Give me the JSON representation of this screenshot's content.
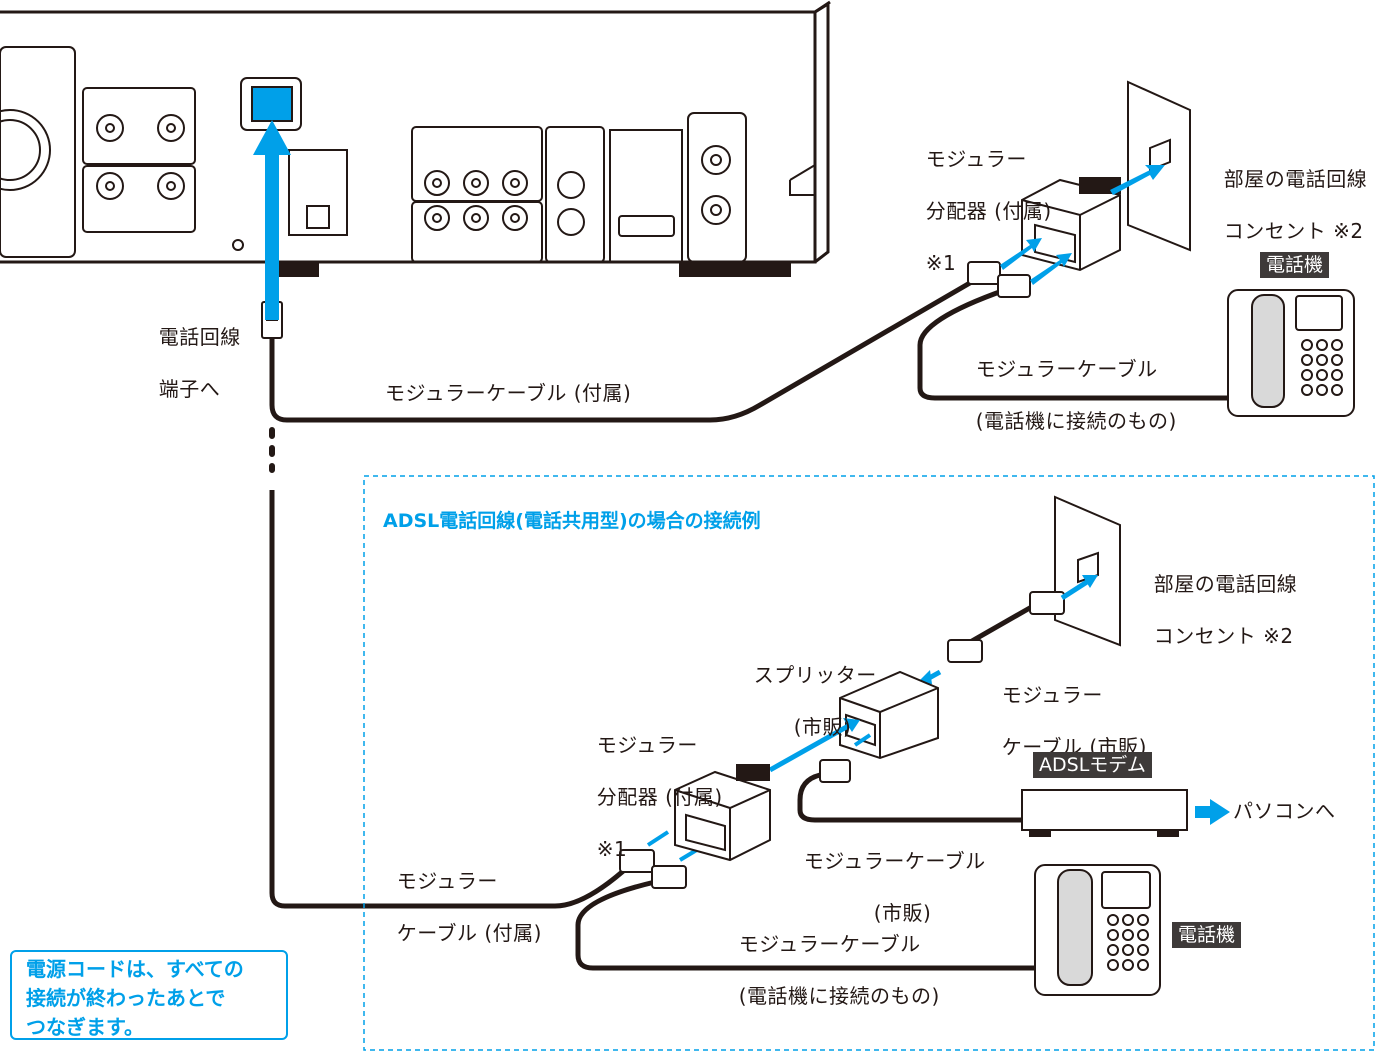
{
  "recorder": {
    "terminal_label_line1": "電話回線",
    "terminal_label_line2": "端子へ"
  },
  "top_diagram": {
    "splitter_label_line1": "モジュラー",
    "splitter_label_line2": "分配器 (付属)",
    "splitter_note": "※1",
    "outlet_label_line1": "部屋の電話回線",
    "outlet_label_line2": "コンセント ※2",
    "phone_badge": "電話機",
    "phone_cable_line1": "モジュラーケーブル",
    "phone_cable_line2": "(電話機に接続のもの)",
    "main_cable": "モジュラーケーブル (付属)"
  },
  "adsl_section": {
    "title": "ADSL電話回線(電話共用型)の場合の接続例",
    "outlet_label_line1": "部屋の電話回線",
    "outlet_label_line2": "コンセント ※2",
    "splitter_label_line1": "スプリッター",
    "splitter_label_line2": "(市販)",
    "cable_market_line1": "モジュラー",
    "cable_market_line2": "ケーブル (市販)",
    "distributor_line1": "モジュラー",
    "distributor_line2": "分配器 (付属)",
    "distributor_note": "※1",
    "modem_badge": "ADSLモデム",
    "pc_label": "パソコンへ",
    "modem_cable_line1": "モジュラーケーブル",
    "modem_cable_line2": "(市販)",
    "main_cable_line1": "モジュラー",
    "main_cable_line2": "ケーブル (付属)",
    "phone_cable_line1": "モジュラーケーブル",
    "phone_cable_line2": "(電話機に接続のもの)",
    "phone_badge": "電話機"
  },
  "note": {
    "line1": "電源コードは、すべての",
    "line2": "接続が終わったあとで",
    "line3": "つなぎます。"
  },
  "colors": {
    "accent": "#00a0e9",
    "line": "#231815",
    "badge": "#3e3a39"
  }
}
